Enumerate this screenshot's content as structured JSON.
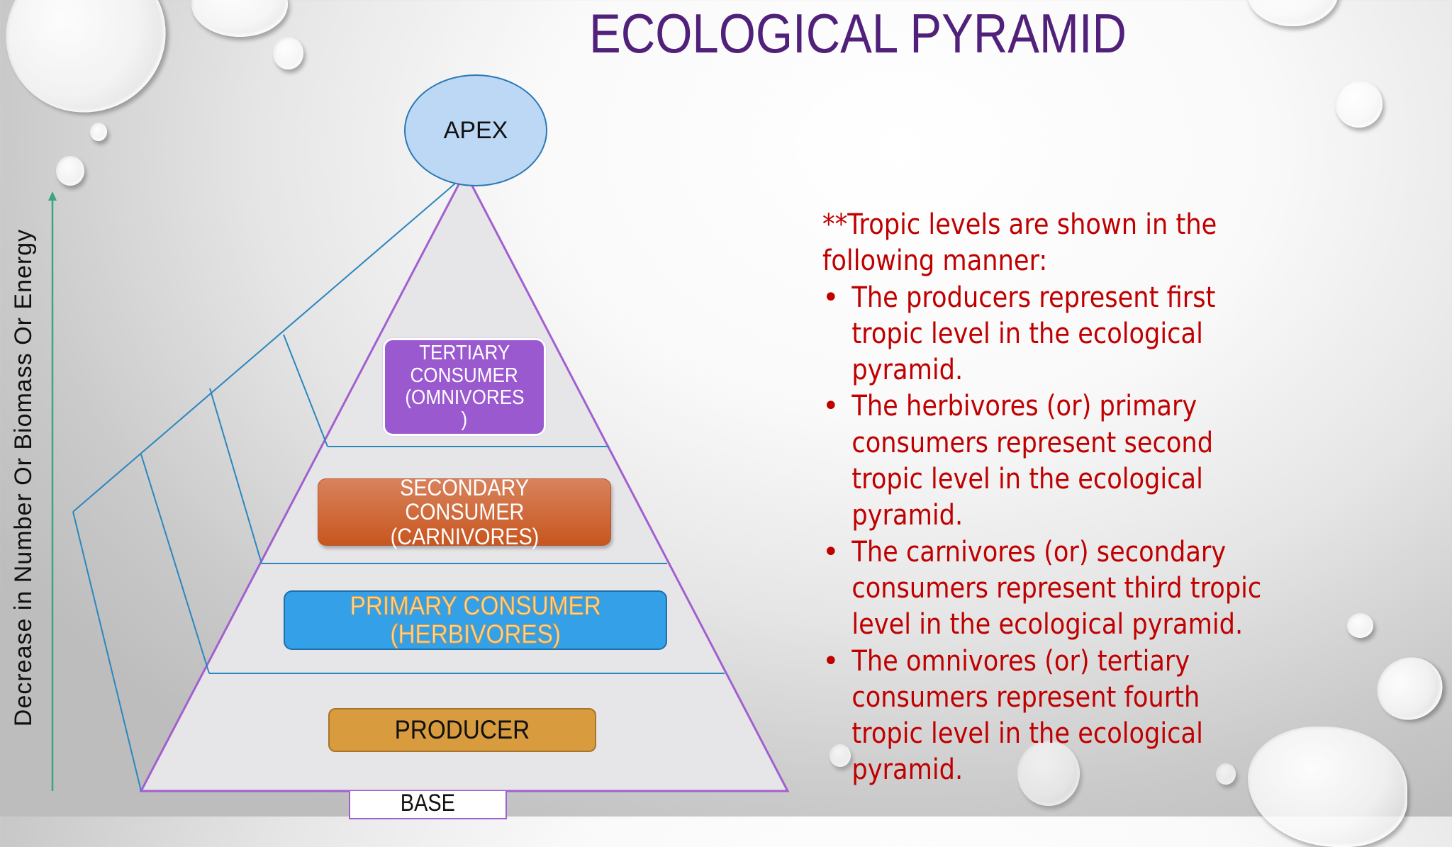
{
  "slide": {
    "title": "ECOLOGICAL PYRAMID",
    "title_color": "#51207a"
  },
  "axis": {
    "label": "Decrease in Number Or Biomass Or Energy",
    "arrow_color": "#3aa57e",
    "direction": "up"
  },
  "pyramid": {
    "apex_label": "APEX",
    "base_label": "BASE",
    "outline_color": "#a25fd0",
    "fill_color": "#e6e6e8",
    "levels": [
      {
        "id": "tertiary",
        "lines": [
          "TERTIARY",
          "CONSUMER",
          "(OMNIVORES",
          ")"
        ],
        "color": "#9b59d0"
      },
      {
        "id": "secondary",
        "lines": [
          "SECONDARY",
          "CONSUMER",
          "(CARNIVORES)"
        ],
        "color": "#c8561f"
      },
      {
        "id": "primary",
        "lines": [
          "PRIMARY CONSUMER",
          "(HERBIVORES)"
        ],
        "color": "#33a0e8"
      },
      {
        "id": "producer",
        "lines": [
          "PRODUCER"
        ],
        "color": "#d89c3e"
      }
    ]
  },
  "notes": {
    "color": "#c00000",
    "intro_lines": [
      "**Tropic levels are shown in the",
      "following manner:"
    ],
    "bullet_symbol": "•",
    "bullets": [
      {
        "lines": [
          "The producers represent first",
          "tropic level in the ecological",
          "pyramid."
        ]
      },
      {
        "lines": [
          "The herbivores (or) primary",
          "consumers represent second",
          "tropic level in the ecological",
          "pyramid."
        ]
      },
      {
        "lines": [
          "The carnivores (or) secondary",
          "consumers represent third tropic",
          "level in the ecological pyramid."
        ]
      },
      {
        "lines": [
          "The omnivores (or) tertiary",
          "consumers represent fourth",
          "tropic level in the ecological",
          "pyramid."
        ]
      }
    ]
  }
}
